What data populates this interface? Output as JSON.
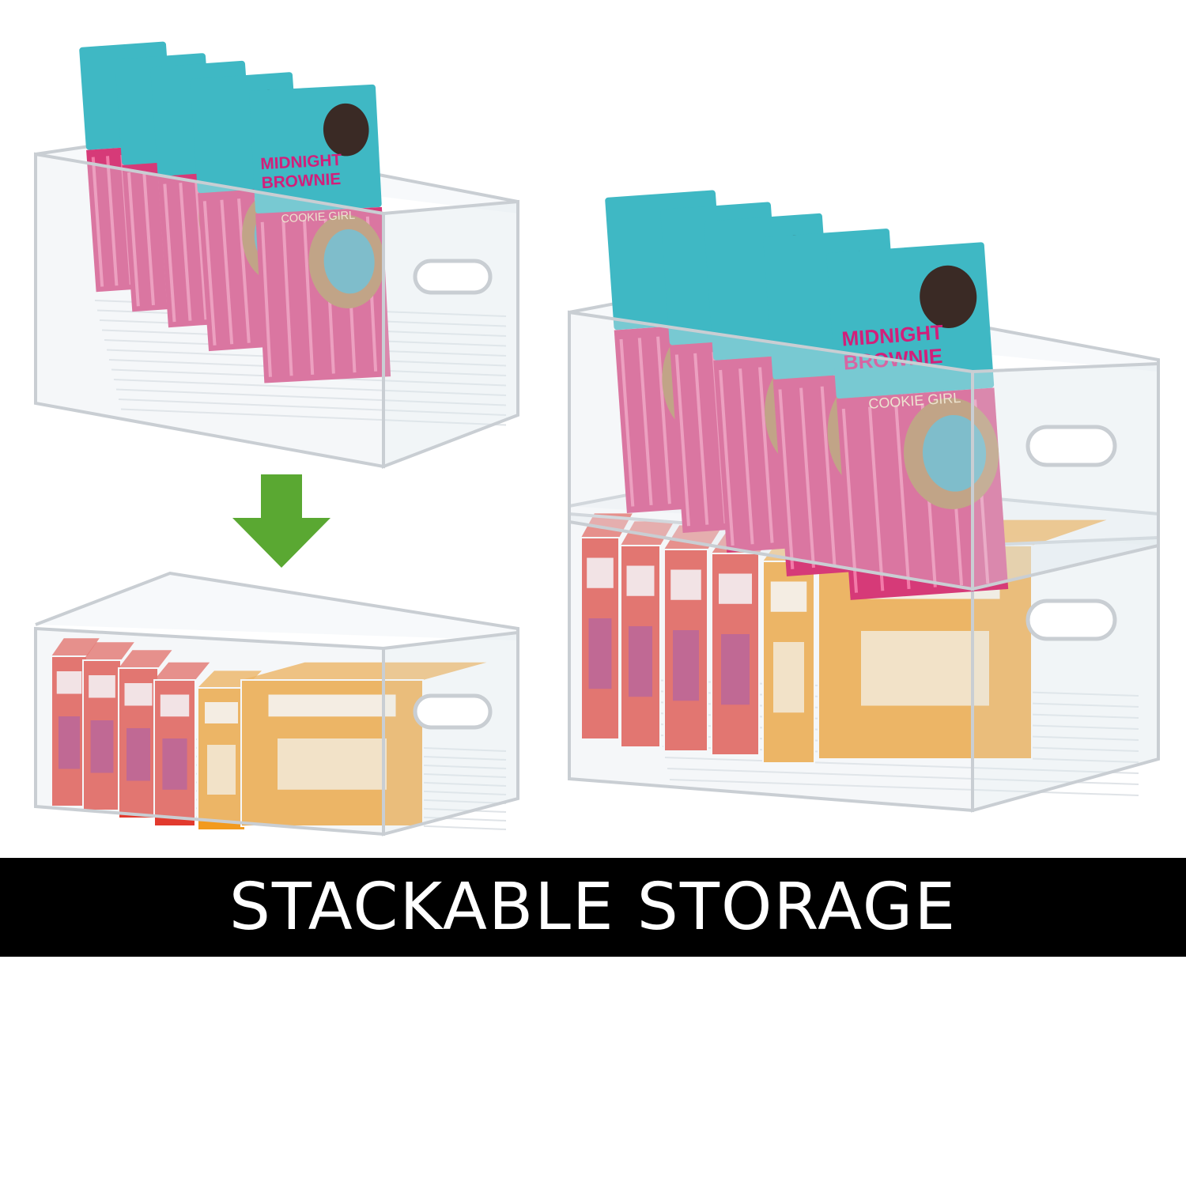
{
  "caption": "STACKABLE STORAGE",
  "bag_label": "MIDNIGHT BROWNIE",
  "bag_brand": "COOKIE GIRL",
  "colors": {
    "bag_teal": "#3fb8c4",
    "bag_pink": "#d63a78",
    "label_magenta": "#d21f7a",
    "box_red": "#e23a2e",
    "box_orange": "#f29a1e",
    "arrow_green": "#5aa832",
    "banner": "#000000",
    "bin_edge": "#c9ced3"
  },
  "arrow_icon": "down-arrow-icon"
}
